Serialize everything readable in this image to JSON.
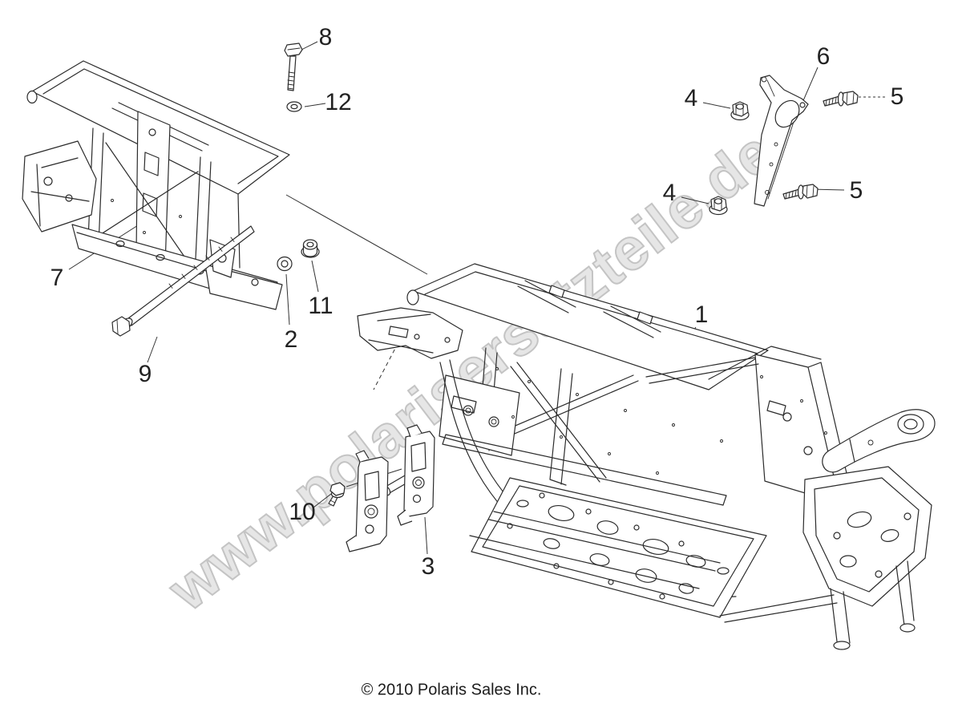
{
  "watermark": {
    "text": "www.polarisersatzteile.de"
  },
  "footer": {
    "copyright": "© 2010 Polaris Sales Inc."
  },
  "callouts": {
    "c1": "1",
    "c2": "2",
    "c3": "3",
    "c4a": "4",
    "c4b": "4",
    "c5a": "5",
    "c5b": "5",
    "c6": "6",
    "c7": "7",
    "c8": "8",
    "c9": "9",
    "c10": "10",
    "c11": "11",
    "c12": "12"
  },
  "colors": {
    "background": "#ffffff",
    "line_art": "#2b2b2b",
    "label_text": "#222222",
    "watermark_fill": "#e6e6e6",
    "watermark_outline": "#c4c4c4"
  }
}
